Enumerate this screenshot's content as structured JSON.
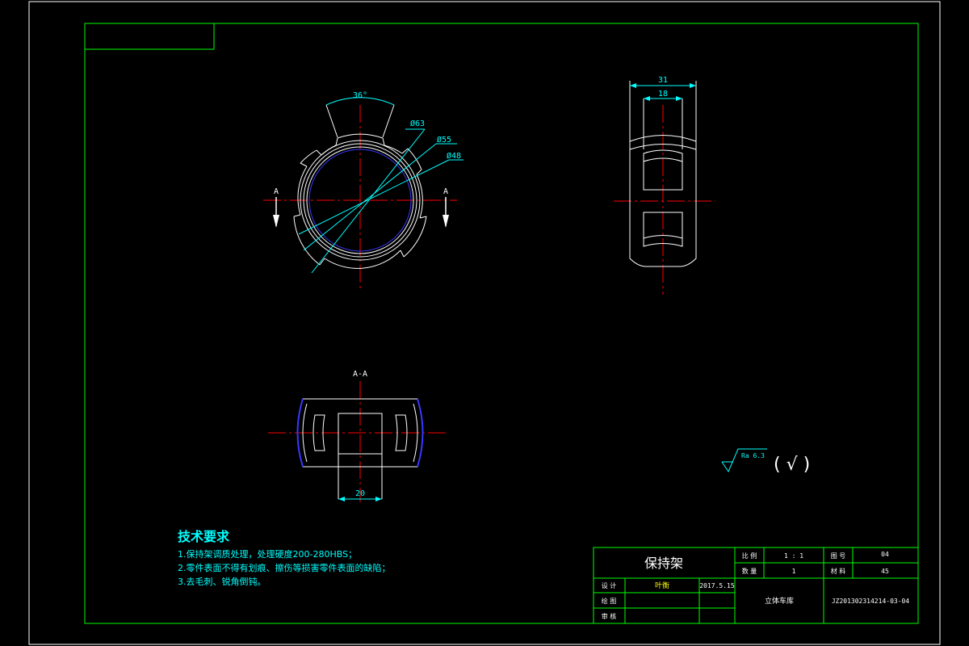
{
  "title_block": {
    "part_name": "保持架",
    "scale_label": "比 例",
    "scale_value": "1 : 1",
    "drawing_no_label": "图 号",
    "drawing_no_value": "04",
    "qty_label": "数 量",
    "qty_value": "1",
    "material_label": "材 料",
    "material_value": "45",
    "design_label": "设 计",
    "designer": "叶衡",
    "date": "2017.5.15",
    "draw_label": "绘 图",
    "review_label": "审 核",
    "project": "立体车库",
    "code": "JZ201302314214-03-04"
  },
  "notes": {
    "title": "技术要求",
    "items": [
      "1.保持架调质处理，处理硬度200-280HBS；",
      "2.零件表面不得有划痕、擦伤等损害零件表面的缺陷；",
      "3.去毛刺、锐角倒钝。"
    ]
  },
  "front_view": {
    "angle": "36°",
    "dia_63": "Ø63",
    "dia_55": "Ø55",
    "dia_48": "Ø48",
    "section_left": "A",
    "section_right": "A"
  },
  "side_view": {
    "width_outer": "31",
    "width_inner": "18"
  },
  "section_view": {
    "title": "A-A",
    "width": "20"
  },
  "roughness": {
    "value": "Ra 6.3",
    "other": "( √ )"
  },
  "colors": {
    "frame": "#00ff00",
    "outline": "#ffffff",
    "dimension": "#00ffff",
    "centerline": "#ff0000",
    "hidden": "#3838ff",
    "designer_text": "#ffff00"
  }
}
